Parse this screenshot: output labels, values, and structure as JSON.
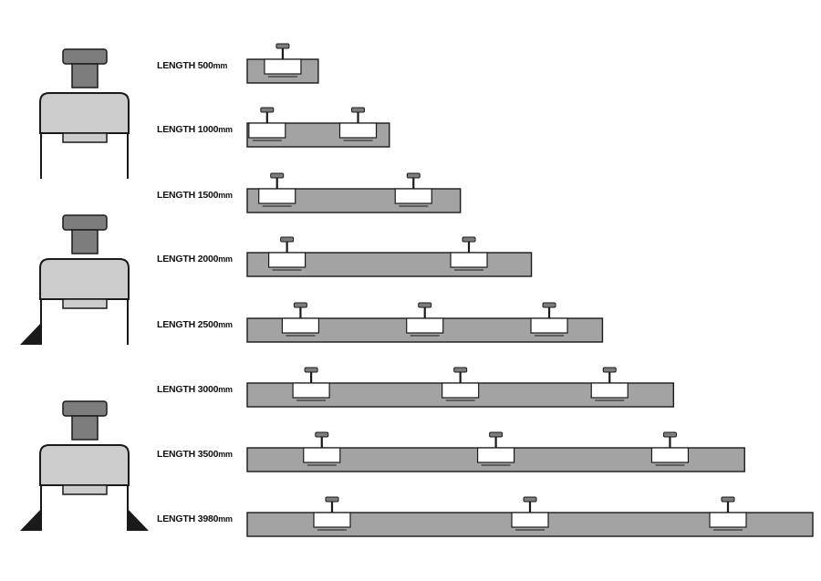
{
  "colors": {
    "bar_fill": "#a3a3a3",
    "clamp_fill": "#ffffff",
    "body_fill": "#cccccc",
    "knob_fill": "#7d7d7d",
    "outline": "#1a1a1a"
  },
  "side_views": [
    {
      "variant": "plain"
    },
    {
      "variant": "single-foot"
    },
    {
      "variant": "double-foot"
    }
  ],
  "sizes": [
    {
      "number": "500",
      "unit": "mm",
      "clamps": 1,
      "length_mm": 500
    },
    {
      "number": "1000",
      "unit": "mm",
      "clamps": 2,
      "length_mm": 1000
    },
    {
      "number": "1500",
      "unit": "mm",
      "clamps": 2,
      "length_mm": 1500
    },
    {
      "number": "2000",
      "unit": "mm",
      "clamps": 2,
      "length_mm": 2000
    },
    {
      "number": "2500",
      "unit": "mm",
      "clamps": 3,
      "length_mm": 2500
    },
    {
      "number": "3000",
      "unit": "mm",
      "clamps": 3,
      "length_mm": 3000
    },
    {
      "number": "3500",
      "unit": "mm",
      "clamps": 3,
      "length_mm": 3500
    },
    {
      "number": "3980",
      "unit": "mm",
      "clamps": 3,
      "length_mm": 3980
    }
  ],
  "label_prefix": "LENGTH "
}
